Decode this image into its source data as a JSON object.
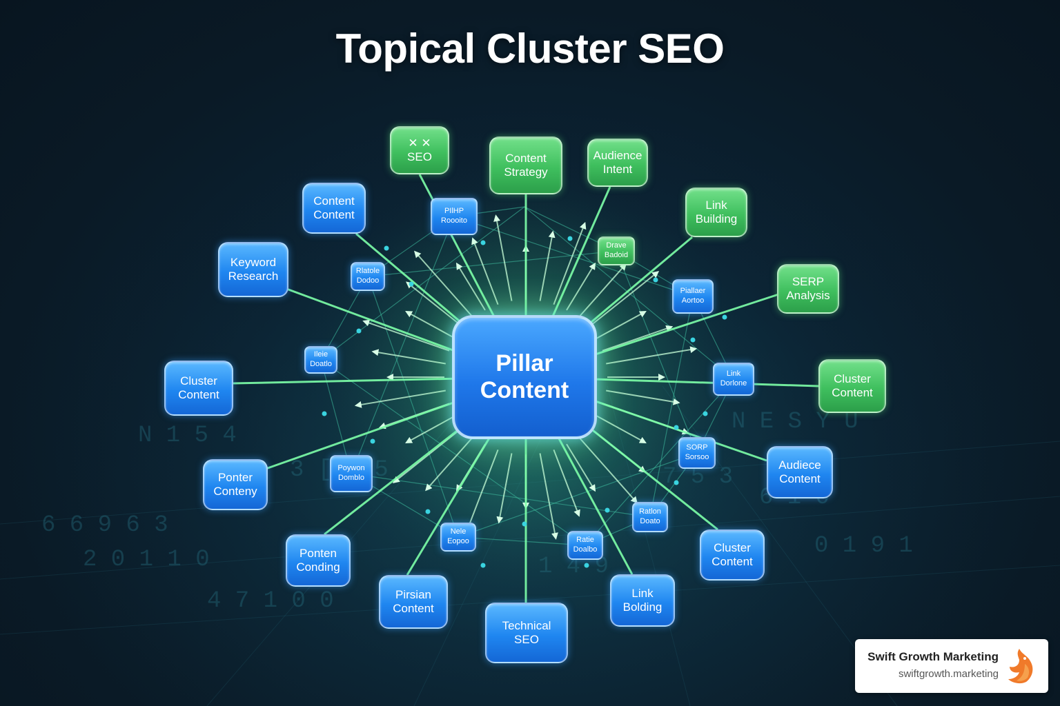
{
  "title": "Topical Cluster SEO",
  "colors": {
    "background": "#0a1a26",
    "node_blue": "#1f86f0",
    "node_green": "#3fbf5e",
    "connector": "#7dffa8"
  },
  "pillar": {
    "line1": "Pillar",
    "line2": "Content"
  },
  "outer_nodes": [
    {
      "id": "n-seo",
      "color": "green",
      "line1": "✕ ✕",
      "line2": "SEO"
    },
    {
      "id": "n-content-strategy",
      "color": "green",
      "line1": "Content",
      "line2": "Strategy"
    },
    {
      "id": "n-audience-intent",
      "color": "green",
      "line1": "Audience",
      "line2": "Intent"
    },
    {
      "id": "n-link-building-top",
      "color": "green",
      "line1": "Link",
      "line2": "Building"
    },
    {
      "id": "n-serp-analysis",
      "color": "green",
      "line1": "SERP",
      "line2": "Analysis"
    },
    {
      "id": "n-cluster-content-right",
      "color": "green",
      "line1": "Cluster",
      "line2": "Content"
    },
    {
      "id": "n-audience-content",
      "color": "blue",
      "line1": "Audiece",
      "line2": "Content"
    },
    {
      "id": "n-cluster-content-br",
      "color": "blue",
      "line1": "Cluster",
      "line2": "Content"
    },
    {
      "id": "n-link-building-bottom",
      "color": "blue",
      "line1": "Link",
      "line2": "Bolding"
    },
    {
      "id": "n-technical-seo",
      "color": "blue",
      "line1": "Technical",
      "line2": "SEO"
    },
    {
      "id": "n-pirsian-content",
      "color": "blue",
      "line1": "Pirsian",
      "line2": "Content"
    },
    {
      "id": "n-ponten-conding",
      "color": "blue",
      "line1": "Ponten",
      "line2": "Conding"
    },
    {
      "id": "n-ponter-conteny",
      "color": "blue",
      "line1": "Ponter",
      "line2": "Conteny"
    },
    {
      "id": "n-cluster-content-left",
      "color": "blue",
      "line1": "Cluster",
      "line2": "Content"
    },
    {
      "id": "n-keyword-research",
      "color": "blue",
      "line1": "Keyword",
      "line2": "Research"
    },
    {
      "id": "n-content-content",
      "color": "blue",
      "line1": "Content",
      "line2": "Content"
    }
  ],
  "inner_nodes": [
    {
      "id": "s-pilhp",
      "color": "blue",
      "line1": "PIlHP",
      "line2": "Roooito"
    },
    {
      "id": "s-drave",
      "color": "green",
      "line1": "Drave",
      "line2": "Badoid"
    },
    {
      "id": "s-pillaer",
      "color": "blue",
      "line1": "Piallaer",
      "line2": "Aortoo"
    },
    {
      "id": "s-link-dorlone",
      "color": "blue",
      "line1": "Link",
      "line2": "Dorlone"
    },
    {
      "id": "s-sorp",
      "color": "blue",
      "line1": "SORP",
      "line2": "Sorsoo"
    },
    {
      "id": "s-ratlon",
      "color": "blue",
      "line1": "Ratlon",
      "line2": "Doato"
    },
    {
      "id": "s-ratie",
      "color": "blue",
      "line1": "Ratie",
      "line2": "Doalbo"
    },
    {
      "id": "s-nele",
      "color": "blue",
      "line1": "Nele",
      "line2": "Eopoo"
    },
    {
      "id": "s-poywon",
      "color": "blue",
      "line1": "Poywon",
      "line2": "Domblo"
    },
    {
      "id": "s-ileie",
      "color": "blue",
      "line1": "Ileie",
      "line2": "Doatlo"
    },
    {
      "id": "s-rlatole",
      "color": "blue",
      "line1": "Rlatole",
      "line2": "Dodoo"
    }
  ],
  "branding": {
    "name": "Swift Growth Marketing",
    "url": "swiftgrowth.marketing",
    "logo_icon": "fox-icon",
    "logo_color": "#f07a2a"
  }
}
